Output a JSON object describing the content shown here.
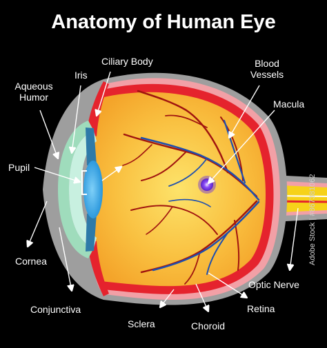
{
  "title": "Anatomy of Human Eye",
  "labels": {
    "ciliary_body": "Ciliary Body",
    "iris": "Iris",
    "aqueous_humor": "Aqueous\nHumor",
    "blood_vessels": "Blood\nVessels",
    "macula": "Macula",
    "pupil": "Pupil",
    "cornea": "Cornea",
    "conjunctiva": "Conjunctiva",
    "sclera": "Sclera",
    "choroid": "Choroid",
    "retina": "Retina",
    "optic_nerve": "Optic Nerve"
  },
  "watermark": "Adobe Stock | #867381062",
  "colors": {
    "background": "#000000",
    "sclera": "#9e9e9e",
    "choroid": "#f2a0a6",
    "retina": "#e5232d",
    "vitreous": "#f7b032",
    "lens": "#3aa8e8",
    "cornea": "#9fdcbc",
    "vessel_red": "#a0140f",
    "vessel_blue": "#1d4fb0",
    "macula": "#7a3cf0",
    "optic_nerve": "#f6d21a"
  }
}
